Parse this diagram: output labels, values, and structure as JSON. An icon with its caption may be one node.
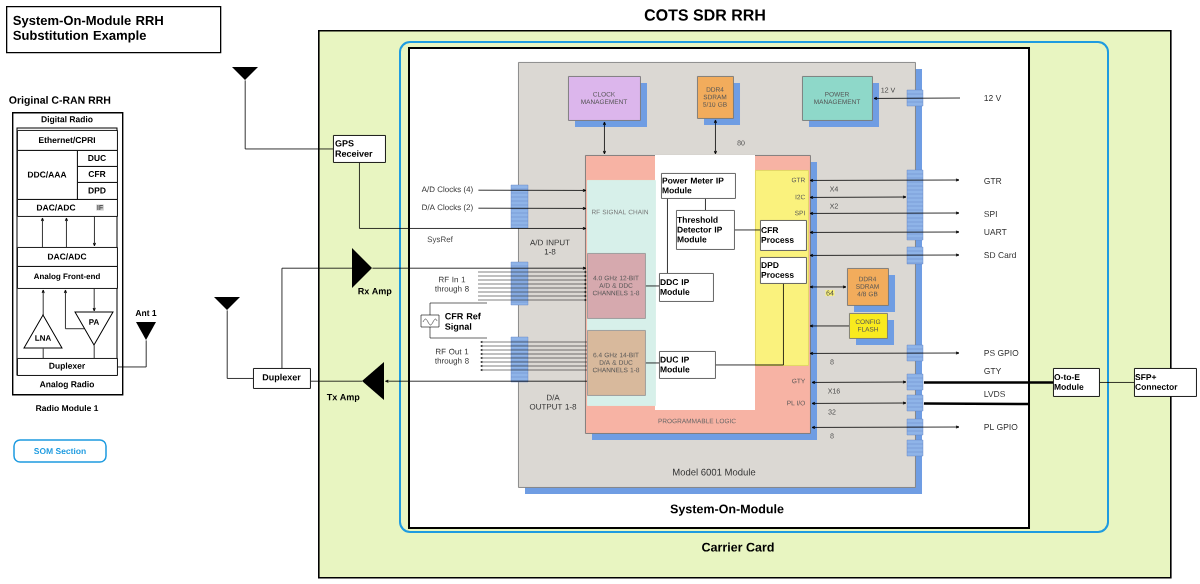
{
  "diagram": {
    "nodes": [
      {
        "text": [
          "System-On-Module RRH Substitution Example"
        ]
      },
      {
        "text": [
          "Original C-RAN RRH",
          "Digital Radio",
          "Analog Radio"
        ],
        "beside": [
          "Radio Module 1"
        ]
      },
      {
        "text": [
          "Ethernet/CPRI"
        ],
        "in": 1
      },
      {
        "text": [
          "DDC/AAA"
        ],
        "in": 1
      },
      {
        "text": [
          "DUC"
        ],
        "in": 1
      },
      {
        "text": [
          "CFR"
        ],
        "in": 1
      },
      {
        "text": [
          "DPD"
        ],
        "in": 1
      },
      {
        "text": [
          "DAC/ADC",
          "IF"
        ],
        "in": 1
      },
      {
        "text": [
          "DAC/ADC"
        ],
        "in": 1
      },
      {
        "text": [
          "Analog Front-end"
        ],
        "in": 1
      },
      {
        "text": [
          "LNA"
        ],
        "in": 1
      },
      {
        "text": [
          "PA"
        ],
        "in": 1
      },
      {
        "text": [
          "Duplexer"
        ],
        "in": 1
      },
      {
        "text": [],
        "shape": "antenna",
        "beside": [
          "Ant 1"
        ]
      },
      {
        "text": [],
        "shape": "antenna"
      },
      {
        "text": [],
        "shape": "antenna"
      },
      {
        "text": [
          "Duplexer"
        ]
      },
      {
        "text": [
          "COTS SDR RRH",
          "Carrier Card"
        ]
      },
      {
        "text": [
          "GPS Receiver"
        ],
        "in": 17
      },
      {
        "text": [],
        "shape": "triangle",
        "beside": [
          "Rx Amp"
        ],
        "in": 17
      },
      {
        "text": [],
        "shape": "triangle",
        "beside": [
          "Tx Amp"
        ],
        "in": 17
      },
      {
        "text": [
          "System-On-Module"
        ],
        "in": 17
      },
      {
        "text": [
          "Model 6001 Module"
        ],
        "in": 21
      },
      {
        "text": [
          "CLOCK MANAGEMENT"
        ],
        "in": 22
      },
      {
        "text": [
          "DDR4 SDRAM 5/10 GB"
        ],
        "in": 22
      },
      {
        "text": [
          "POWER MANAGEMENT"
        ],
        "in": 22
      },
      {
        "text": [
          "PROGRAMMABLE LOGIC"
        ],
        "in": 22
      },
      {
        "text": [
          "RF SIGNAL CHAIN"
        ],
        "in": 26
      },
      {
        "text": [
          "4.0 GHz 12-BIT A/D & DDC CHANNELS 1-8"
        ],
        "in": 27
      },
      {
        "text": [
          "6.4 GHz 14-BIT D/A & DUC CHANNELS 1-8"
        ],
        "in": 27
      },
      {
        "text": [
          "Power Meter IP Module"
        ],
        "in": 26
      },
      {
        "text": [
          "Threshold Detector IP Module"
        ],
        "in": 26
      },
      {
        "text": [
          "DDC IP Module"
        ],
        "in": 26
      },
      {
        "text": [
          "DUC IP Module"
        ],
        "in": 26
      },
      {
        "text": [],
        "shape": "box",
        "in": 26
      },
      {
        "text": [
          "CFR Process"
        ],
        "in": 34
      },
      {
        "text": [
          "DPD Process"
        ],
        "in": 34
      },
      {
        "text": [
          "DDR4 SDRAM 4/8 GB"
        ],
        "in": 22
      },
      {
        "text": [
          "CONFIG FLASH"
        ],
        "in": 22
      },
      {
        "text": [
          "CFR Ref Signal"
        ],
        "in": 21
      },
      {
        "text": [
          "O-to-E Module"
        ],
        "in": 17
      },
      {
        "text": [
          "SFP+ Connector"
        ]
      },
      {
        "text": [
          "A/D Clocks (4)"
        ],
        "in": 21
      },
      {
        "text": [
          "D/A Clocks (2)"
        ],
        "in": 21
      }
    ],
    "edges": [
      {
        "from": 8,
        "to": 7,
        "arrow": "to"
      },
      {
        "from": 8,
        "to": 7,
        "arrow": "to"
      },
      {
        "from": 7,
        "to": 8,
        "arrow": "to"
      },
      {
        "from": 10,
        "to": 9,
        "arrow": "to"
      },
      {
        "from": 11,
        "to": 9,
        "arrow": "to"
      },
      {
        "from": 9,
        "to": 11,
        "arrow": "to"
      },
      {
        "from": 12,
        "to": 10,
        "arrow": "none"
      },
      {
        "from": 11,
        "to": 12,
        "arrow": "none"
      },
      {
        "from": 12,
        "to": 13,
        "arrow": "none"
      },
      {
        "from": 14,
        "to": 18,
        "arrow": "none"
      },
      {
        "from": 15,
        "to": 16,
        "arrow": "none"
      },
      {
        "from": 16,
        "to": 19,
        "arrow": "none"
      },
      {
        "from": 19,
        "to": 28,
        "arrow": "to"
      },
      {
        "from": 29,
        "to": 20,
        "arrow": "to"
      },
      {
        "from": 20,
        "to": 16,
        "arrow": "none"
      },
      {
        "from": 18,
        "to": 27,
        "arrow": "to",
        "label": "SysRef"
      },
      {
        "from": 42,
        "to": 27,
        "arrow": "to"
      },
      {
        "from": 43,
        "to": 27,
        "arrow": "to"
      },
      {
        "from": 23,
        "to": 26,
        "arrow": "both"
      },
      {
        "from": 24,
        "to": 26,
        "arrow": "both",
        "label": "80"
      },
      {
        "from": null,
        "to": 25,
        "arrow": "to",
        "label": "12 V"
      },
      {
        "from": 34,
        "to": null,
        "arrow": "both",
        "label": "X4"
      },
      {
        "from": 34,
        "to": null,
        "arrow": "both",
        "label": "X2"
      },
      {
        "from": 34,
        "to": null,
        "arrow": "both"
      },
      {
        "from": 34,
        "to": null,
        "arrow": "both"
      },
      {
        "from": 34,
        "to": null,
        "arrow": "both"
      },
      {
        "from": 34,
        "to": 37,
        "arrow": "both",
        "label": "64"
      },
      {
        "from": 38,
        "to": 34,
        "arrow": "to"
      },
      {
        "from": 34,
        "to": null,
        "arrow": "both",
        "label": "8"
      },
      {
        "from": 26,
        "to": null,
        "arrow": "both",
        "label": "X16"
      },
      {
        "from": 22,
        "to": 40,
        "arrow": "none",
        "style": "thick"
      },
      {
        "from": 26,
        "to": null,
        "arrow": "both",
        "label": "32"
      },
      {
        "from": 26,
        "to": null,
        "arrow": "both",
        "label": "8"
      },
      {
        "from": 40,
        "to": 41,
        "arrow": "none"
      },
      {
        "from": 30,
        "to": 31,
        "arrow": "none"
      },
      {
        "from": 30,
        "to": 32,
        "arrow": "none"
      },
      {
        "from": 31,
        "to": 35,
        "arrow": "none"
      },
      {
        "from": 28,
        "to": 32,
        "arrow": "none"
      },
      {
        "from": 29,
        "to": 33,
        "arrow": "none"
      },
      {
        "from": 36,
        "to": 33,
        "arrow": "none"
      },
      {
        "from": 22,
        "to": 21,
        "arrow": "none",
        "style": "thick"
      }
    ],
    "labels": [
      "12 V",
      "GTR",
      "I2C",
      "SPI",
      "GTR",
      "SPI",
      "UART",
      "SD Card",
      "A/D INPUT 1-8",
      "RF In 1 through 8",
      "PS GPIO",
      "GTY",
      "GTY",
      "LVDS",
      "PL I/O",
      "RF Out 1 through 8",
      "D/A OUTPUT 1-8",
      "PL GPIO"
    ],
    "legend": [
      {
        "text": "SOM Section"
      }
    ]
  }
}
